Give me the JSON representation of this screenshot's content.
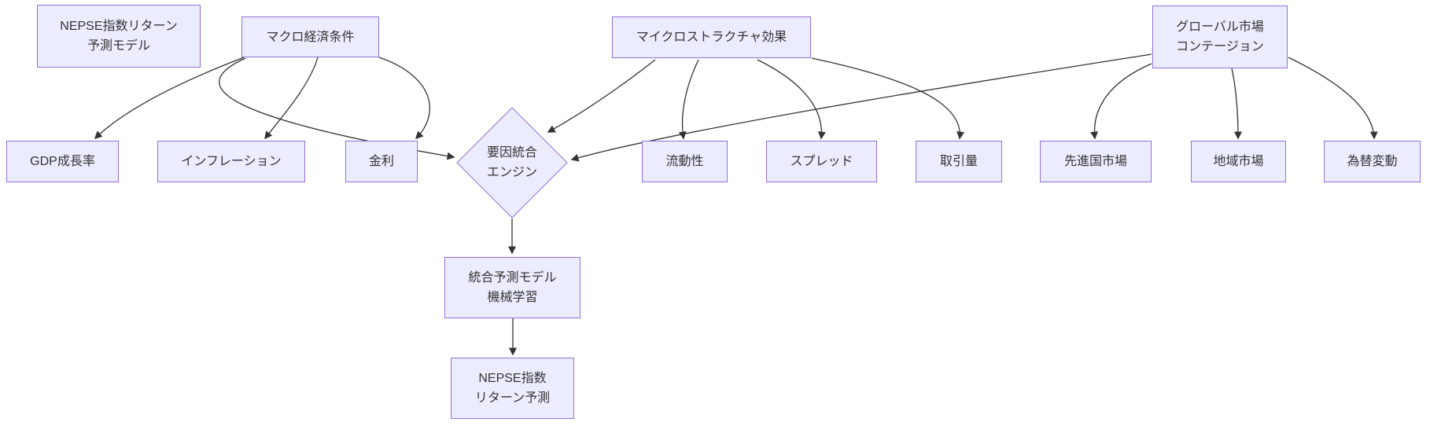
{
  "diagram": {
    "type": "flowchart",
    "nodes": {
      "title": {
        "label": "NEPSE指数リターン\n予測モデル"
      },
      "macro": {
        "label": "マクロ経済条件"
      },
      "micro": {
        "label": "マイクロストラクチャ効果"
      },
      "global": {
        "label": "グローバル市場\nコンテージョン"
      },
      "gdp": {
        "label": "GDP成長率"
      },
      "inflation": {
        "label": "インフレーション"
      },
      "interest": {
        "label": "金利"
      },
      "engine": {
        "label": "要因統合\nエンジン"
      },
      "liquidity": {
        "label": "流動性"
      },
      "spread": {
        "label": "スプレッド"
      },
      "volume": {
        "label": "取引量"
      },
      "developed": {
        "label": "先進国市場"
      },
      "regional": {
        "label": "地域市場"
      },
      "fx": {
        "label": "為替変動"
      },
      "model": {
        "label": "統合予測モデル\n機械学習"
      },
      "prediction": {
        "label": "NEPSE指数\nリターン予測"
      }
    },
    "edges": [
      {
        "from": "macro",
        "to": "gdp"
      },
      {
        "from": "macro",
        "to": "inflation"
      },
      {
        "from": "macro",
        "to": "interest"
      },
      {
        "from": "macro",
        "to": "engine"
      },
      {
        "from": "micro",
        "to": "liquidity"
      },
      {
        "from": "micro",
        "to": "spread"
      },
      {
        "from": "micro",
        "to": "volume"
      },
      {
        "from": "micro",
        "to": "engine"
      },
      {
        "from": "global",
        "to": "developed"
      },
      {
        "from": "global",
        "to": "regional"
      },
      {
        "from": "global",
        "to": "fx"
      },
      {
        "from": "global",
        "to": "engine"
      },
      {
        "from": "engine",
        "to": "model"
      },
      {
        "from": "model",
        "to": "prediction"
      }
    ]
  },
  "colors": {
    "node_fill": "#ECECFF",
    "node_border": "#9370DB",
    "edge": "#333333",
    "text": "#333333",
    "background": "#ffffff"
  }
}
